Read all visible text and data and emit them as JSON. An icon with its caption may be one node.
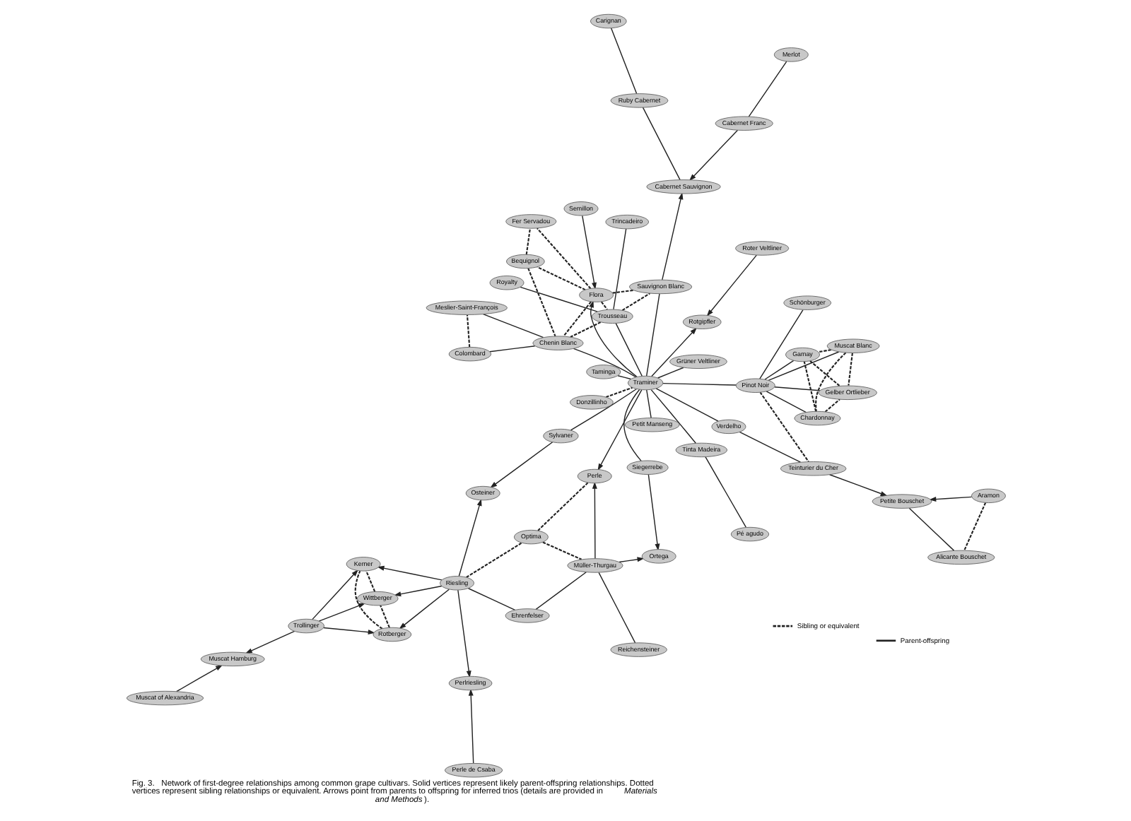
{
  "diagram": {
    "caption": "Fig. 3.   Network of first-degree relationships among common grape cultivars. Solid vertices represent likely parent-offspring relationships. Dotted vertices represent sibling relationships or equivalent. Arrows point from parents to offspring for inferred trios (details are provided in *Materials and Methods*).",
    "nodes": [
      {
        "text": [
          "Trollinger"
        ]
      },
      {
        "text": [
          "Rotberger"
        ]
      },
      {
        "text": [
          "Wittberger"
        ]
      },
      {
        "text": [
          "Kerner"
        ]
      },
      {
        "text": [
          "Muscat Hamburg"
        ]
      },
      {
        "text": [
          "Muscat of Alexandria"
        ]
      },
      {
        "text": [
          "Ehrenfelser"
        ]
      },
      {
        "text": [
          "Riesling"
        ]
      },
      {
        "text": [
          "Perlriesling"
        ]
      },
      {
        "text": [
          "Perle de Csaba"
        ]
      },
      {
        "text": [
          "Reichensteiner"
        ]
      },
      {
        "text": [
          "Müller-Thurgau"
        ]
      },
      {
        "text": [
          "Ortega"
        ]
      },
      {
        "text": [
          "Optima"
        ]
      },
      {
        "text": [
          "Siegerrebe"
        ]
      },
      {
        "text": [
          "Perle"
        ]
      },
      {
        "text": [
          "Osteiner"
        ]
      },
      {
        "text": [
          "Sylvaner"
        ]
      },
      {
        "text": [
          "Donzillinho"
        ]
      },
      {
        "text": [
          "Taminga"
        ]
      },
      {
        "text": [
          "Petit Manseng"
        ]
      },
      {
        "text": [
          "Traminer"
        ]
      },
      {
        "text": [
          "Schönburger"
        ]
      },
      {
        "text": [
          "Muscat Blanc"
        ]
      },
      {
        "text": [
          "Gamay"
        ]
      },
      {
        "text": [
          "Chardonnay"
        ]
      },
      {
        "text": [
          "Gelber Ortlieber"
        ]
      },
      {
        "text": [
          "Pinot Noir"
        ]
      },
      {
        "text": [
          "Petite Bouschet"
        ]
      },
      {
        "text": [
          "Alicante Bouschet"
        ]
      },
      {
        "text": [
          "Aramon"
        ]
      },
      {
        "text": [
          "Teinturier du Cher"
        ]
      },
      {
        "text": [
          "Verdelho"
        ]
      },
      {
        "text": [
          "Rotgipfler"
        ]
      },
      {
        "text": [
          "Roter Veltliner"
        ]
      },
      {
        "text": [
          "Tinta Madeira"
        ]
      },
      {
        "text": [
          "Pé agudo"
        ]
      },
      {
        "text": [
          "Grüner Veltliner"
        ]
      },
      {
        "text": [
          "Flora"
        ]
      },
      {
        "text": [
          "Bequignol"
        ]
      },
      {
        "text": [
          "Semillon"
        ]
      },
      {
        "text": [
          "Fer Servadou"
        ]
      },
      {
        "text": [
          "Sauvignon Blanc"
        ]
      },
      {
        "text": [
          "Trousseau"
        ]
      },
      {
        "text": [
          "Chenin Blanc"
        ]
      },
      {
        "text": [
          "Royalty"
        ]
      },
      {
        "text": [
          "Trincadeiro"
        ]
      },
      {
        "text": [
          "Cabernet Franc"
        ]
      },
      {
        "text": [
          "Merlot"
        ]
      },
      {
        "text": [
          "Cabernet Sauvignon"
        ]
      },
      {
        "text": [
          "Ruby Cabernet"
        ]
      },
      {
        "text": [
          "Carignan"
        ]
      },
      {
        "text": [
          "Meslier-Saint-François"
        ]
      },
      {
        "text": [
          "Colombard"
        ]
      }
    ],
    "edges": [
      {
        "from": 0,
        "to": 1,
        "arrow": "to"
      },
      {
        "from": 0,
        "to": 2,
        "arrow": "to"
      },
      {
        "from": 0,
        "to": 3,
        "arrow": "to"
      },
      {
        "from": 0,
        "to": 4,
        "arrow": "to"
      },
      {
        "from": 5,
        "to": 4,
        "arrow": "to"
      },
      {
        "from": 7,
        "to": 1,
        "arrow": "to"
      },
      {
        "from": 7,
        "to": 2,
        "arrow": "to"
      },
      {
        "from": 7,
        "to": 3,
        "arrow": "to"
      },
      {
        "from": 1,
        "to": 3,
        "arrow": "none",
        "style": "dashed"
      },
      {
        "from": 1,
        "to": 2,
        "arrow": "none",
        "style": "dashed"
      },
      {
        "from": 2,
        "to": 3,
        "arrow": "none",
        "style": "dashed"
      },
      {
        "from": 6,
        "to": 7,
        "arrow": "none"
      },
      {
        "from": 6,
        "to": 11,
        "arrow": "none"
      },
      {
        "from": 7,
        "to": 8,
        "arrow": "to"
      },
      {
        "from": 9,
        "to": 8,
        "arrow": "to"
      },
      {
        "from": 7,
        "to": 16,
        "arrow": "to"
      },
      {
        "from": 17,
        "to": 16,
        "arrow": "to"
      },
      {
        "from": 7,
        "to": 13,
        "arrow": "none",
        "style": "dashed"
      },
      {
        "from": 13,
        "to": 11,
        "arrow": "none",
        "style": "dashed"
      },
      {
        "from": 13,
        "to": 15,
        "arrow": "none",
        "style": "dashed"
      },
      {
        "from": 10,
        "to": 11,
        "arrow": "none"
      },
      {
        "from": 11,
        "to": 12,
        "arrow": "to"
      },
      {
        "from": 14,
        "to": 12,
        "arrow": "to"
      },
      {
        "from": 11,
        "to": 15,
        "arrow": "to"
      },
      {
        "from": 21,
        "to": 15,
        "arrow": "to"
      },
      {
        "from": 14,
        "to": 21,
        "arrow": "none"
      },
      {
        "from": 20,
        "to": 21,
        "arrow": "none"
      },
      {
        "from": 17,
        "to": 21,
        "arrow": "none"
      },
      {
        "from": 18,
        "to": 21,
        "arrow": "none",
        "style": "dashed"
      },
      {
        "from": 19,
        "to": 21,
        "arrow": "none"
      },
      {
        "from": 22,
        "to": 27,
        "arrow": "none"
      },
      {
        "from": 23,
        "to": 27,
        "arrow": "none"
      },
      {
        "from": 24,
        "to": 27,
        "arrow": "none"
      },
      {
        "from": 25,
        "to": 27,
        "arrow": "none"
      },
      {
        "from": 26,
        "to": 27,
        "arrow": "none"
      },
      {
        "from": 23,
        "to": 24,
        "arrow": "none",
        "style": "dashed"
      },
      {
        "from": 23,
        "to": 25,
        "arrow": "none",
        "style": "dashed"
      },
      {
        "from": 23,
        "to": 26,
        "arrow": "none",
        "style": "dashed"
      },
      {
        "from": 25,
        "to": 24,
        "arrow": "none",
        "style": "dashed"
      },
      {
        "from": 24,
        "to": 26,
        "arrow": "none",
        "style": "dashed"
      },
      {
        "from": 25,
        "to": 26,
        "arrow": "none",
        "style": "dashed"
      },
      {
        "from": 27,
        "to": 21,
        "arrow": "none"
      },
      {
        "from": 27,
        "to": 31,
        "arrow": "none",
        "style": "dashed"
      },
      {
        "from": 31,
        "to": 28,
        "arrow": "to"
      },
      {
        "from": 28,
        "to": 29,
        "arrow": "none"
      },
      {
        "from": 30,
        "to": 28,
        "arrow": "to"
      },
      {
        "from": 30,
        "to": 29,
        "arrow": "none",
        "style": "dashed"
      },
      {
        "from": 31,
        "to": 32,
        "arrow": "none"
      },
      {
        "from": 32,
        "to": 21,
        "arrow": "none"
      },
      {
        "from": 21,
        "to": 33,
        "arrow": "to"
      },
      {
        "from": 34,
        "to": 33,
        "arrow": "to"
      },
      {
        "from": 21,
        "to": 35,
        "arrow": "none"
      },
      {
        "from": 35,
        "to": 36,
        "arrow": "none"
      },
      {
        "from": 21,
        "to": 37,
        "arrow": "none"
      },
      {
        "from": 21,
        "to": 38,
        "arrow": "to"
      },
      {
        "from": 40,
        "to": 38,
        "arrow": "to"
      },
      {
        "from": 38,
        "to": 39,
        "arrow": "none",
        "style": "dashed"
      },
      {
        "from": 38,
        "to": 41,
        "arrow": "none",
        "style": "dashed"
      },
      {
        "from": 39,
        "to": 41,
        "arrow": "none",
        "style": "dashed"
      },
      {
        "from": 38,
        "to": 43,
        "arrow": "none",
        "style": "dashed"
      },
      {
        "from": 38,
        "to": 42,
        "arrow": "none",
        "style": "dashed"
      },
      {
        "from": 38,
        "to": 44,
        "arrow": "none",
        "style": "dashed"
      },
      {
        "from": 39,
        "to": 44,
        "arrow": "none",
        "style": "dashed"
      },
      {
        "from": 43,
        "to": 42,
        "arrow": "none",
        "style": "dashed"
      },
      {
        "from": 43,
        "to": 44,
        "arrow": "none",
        "style": "dashed"
      },
      {
        "from": 21,
        "to": 43,
        "arrow": "none"
      },
      {
        "from": 21,
        "to": 42,
        "arrow": "none"
      },
      {
        "from": 21,
        "to": 44,
        "arrow": "none"
      },
      {
        "from": 42,
        "to": 49,
        "arrow": "to"
      },
      {
        "from": 47,
        "to": 49,
        "arrow": "to"
      },
      {
        "from": 48,
        "to": 47,
        "arrow": "none"
      },
      {
        "from": 43,
        "to": 45,
        "arrow": "none"
      },
      {
        "from": 43,
        "to": 46,
        "arrow": "none"
      },
      {
        "from": 49,
        "to": 50,
        "arrow": "none"
      },
      {
        "from": 50,
        "to": 51,
        "arrow": "none"
      },
      {
        "from": 44,
        "to": 53,
        "arrow": "none"
      },
      {
        "from": 44,
        "to": 52,
        "arrow": "none"
      },
      {
        "from": 53,
        "to": 52,
        "arrow": "none",
        "style": "dashed"
      }
    ],
    "legend": [
      {
        "text": "Sibling or equivalent"
      },
      {
        "text": "Parent-offspring"
      }
    ]
  }
}
